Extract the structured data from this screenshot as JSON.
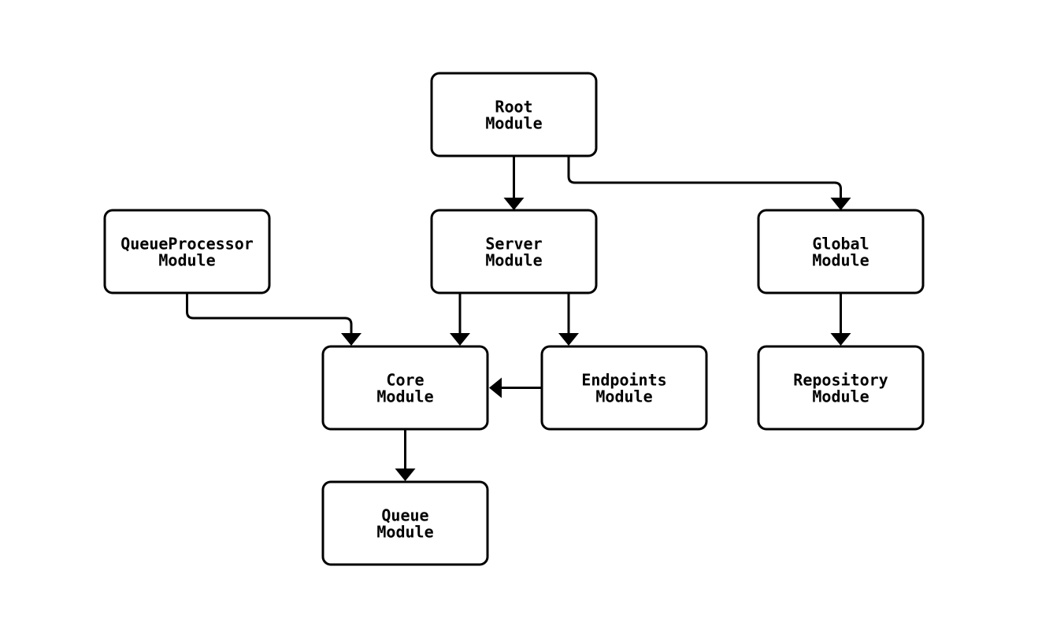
{
  "diagram": {
    "colors": {
      "background": "#ffffff",
      "node_fill": "#ffffff",
      "stroke": "#000000",
      "text": "#000000"
    },
    "nodes": [
      {
        "id": "root",
        "line1": "Root",
        "line2": "Module"
      },
      {
        "id": "queueprocessor",
        "line1": "QueueProcessor",
        "line2": "Module"
      },
      {
        "id": "server",
        "line1": "Server",
        "line2": "Module"
      },
      {
        "id": "global",
        "line1": "Global",
        "line2": "Module"
      },
      {
        "id": "core",
        "line1": "Core",
        "line2": "Module"
      },
      {
        "id": "endpoints",
        "line1": "Endpoints",
        "line2": "Module"
      },
      {
        "id": "repository",
        "line1": "Repository",
        "line2": "Module"
      },
      {
        "id": "queue",
        "line1": "Queue",
        "line2": "Module"
      }
    ],
    "edges": [
      {
        "from": "root",
        "to": "server"
      },
      {
        "from": "root",
        "to": "global"
      },
      {
        "from": "queueprocessor",
        "to": "core"
      },
      {
        "from": "server",
        "to": "core"
      },
      {
        "from": "server",
        "to": "endpoints"
      },
      {
        "from": "endpoints",
        "to": "core"
      },
      {
        "from": "global",
        "to": "repository"
      },
      {
        "from": "core",
        "to": "queue"
      }
    ]
  }
}
